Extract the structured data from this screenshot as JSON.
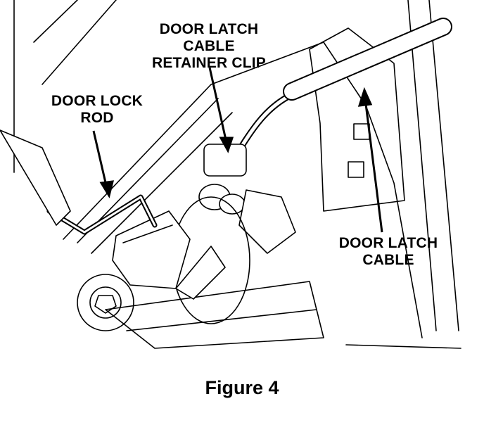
{
  "callouts": {
    "retainer_clip": [
      "DOOR LATCH",
      "CABLE",
      "RETAINER CLIP"
    ],
    "lock_rod": [
      "DOOR LOCK",
      "ROD"
    ],
    "latch_cable": [
      "DOOR LATCH",
      "CABLE"
    ]
  },
  "caption": "Figure 4",
  "colors": {
    "ink": "#000000",
    "paper": "#ffffff"
  }
}
